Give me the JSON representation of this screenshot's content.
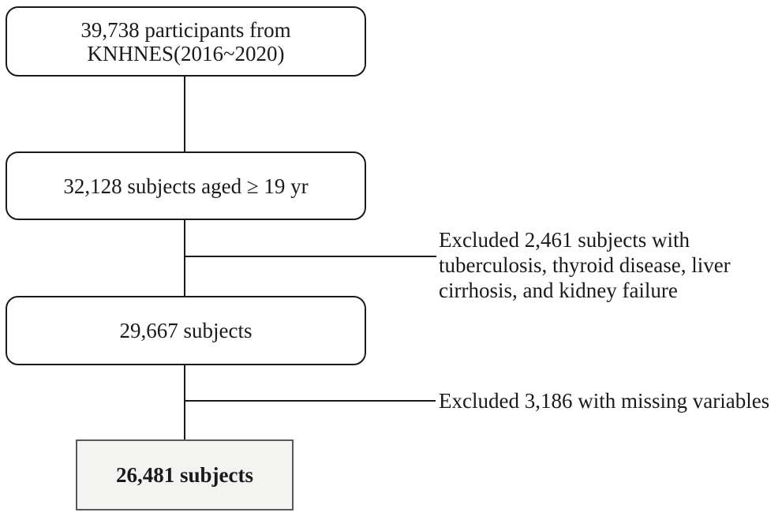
{
  "flow": {
    "boxes": [
      {
        "id": "participants",
        "lines": [
          "39,738 participants from",
          "KNHNES(2016~2020)"
        ]
      },
      {
        "id": "aged",
        "lines": [
          "32,128 subjects aged ≥ 19 yr"
        ]
      },
      {
        "id": "after-disease-exclusion",
        "lines": [
          "29,667 subjects"
        ]
      },
      {
        "id": "final-sample",
        "lines": [
          "26,481 subjects"
        ]
      }
    ],
    "exclusions": [
      {
        "lines": [
          "Excluded 2,461 subjects with",
          "tuberculosis, thyroid disease, liver",
          "cirrhosis, and kidney failure"
        ]
      },
      {
        "lines": [
          "Excluded 3,186 with missing variables"
        ]
      }
    ],
    "colors": {
      "background": "#ffffff",
      "text": "#1a1a1a",
      "box_border": "#1a1a1a",
      "connector_line": "#1a1a1a",
      "final_box_border": "#595959",
      "final_box_fill": "#f3f3f2"
    }
  }
}
